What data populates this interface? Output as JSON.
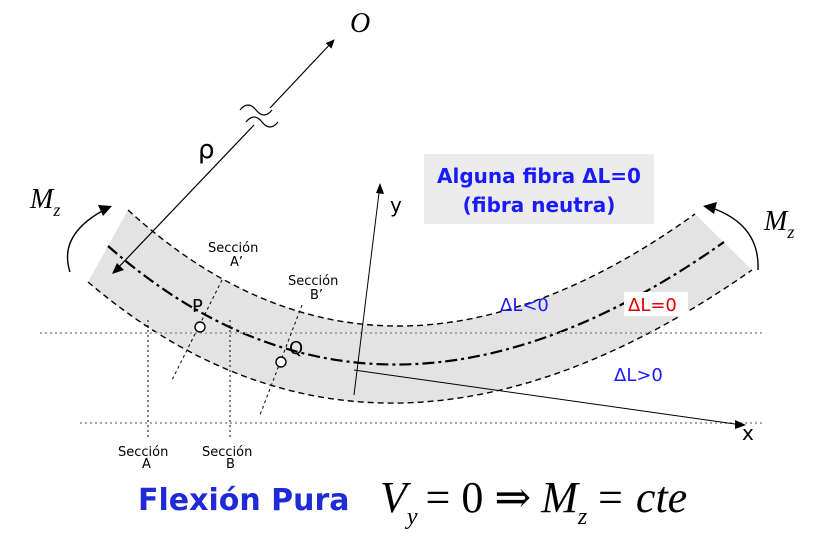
{
  "labels": {
    "origin": "O",
    "rho": "ρ",
    "moment_left": "M",
    "moment_left_sub": "z",
    "moment_right": "M",
    "moment_right_sub": "z",
    "axis_y": "y",
    "axis_x": "x",
    "point_p": "P",
    "point_q": "Q",
    "section_a_prime": "Sección",
    "section_a_prime_letter": "A’",
    "section_b_prime": "Sección",
    "section_b_prime_letter": "B’",
    "section_a": "Sección",
    "section_a_letter": "A",
    "section_b": "Sección",
    "section_b_letter": "B",
    "delta_neg": "ΔL<0",
    "delta_zero": "ΔL=0",
    "delta_pos": "ΔL>0"
  },
  "note": {
    "line1": "Alguna fibra ΔL=0",
    "line2": "(fibra neutra)"
  },
  "footer": {
    "title": "Flexión Pura",
    "eq_v": "V",
    "eq_v_sub": "y",
    "eq_middle": "= 0 ⇒",
    "eq_m": "M",
    "eq_m_sub": "z",
    "eq_end": "= cte"
  },
  "colors": {
    "beam_fill": "#e3e3e3",
    "note_bg": "#ececec",
    "blue": "#1a1aff",
    "red": "#e00000",
    "title_blue": "#1f2bd6"
  }
}
